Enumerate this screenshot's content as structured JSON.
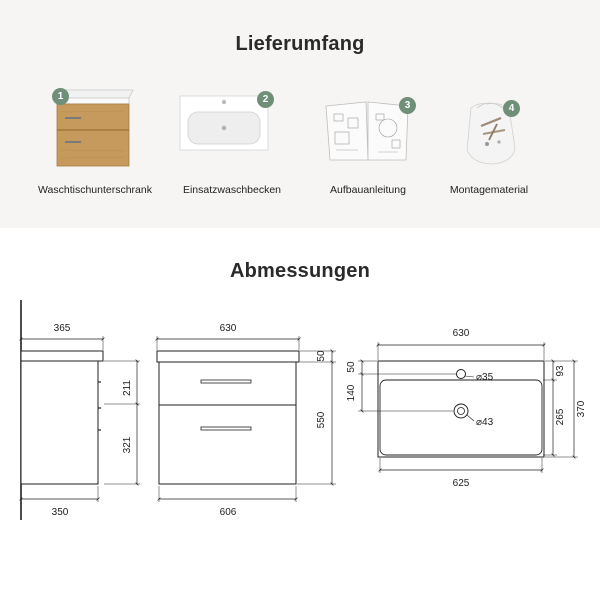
{
  "sections": {
    "contents_title": "Lieferumfang",
    "dimensions_title": "Abmessungen"
  },
  "items": [
    {
      "number": "1",
      "label": "Waschtischunterschrank",
      "icon": "vanity-cabinet-icon"
    },
    {
      "number": "2",
      "label": "Einsatzwaschbecken",
      "icon": "washbasin-icon"
    },
    {
      "number": "3",
      "label": "Aufbauanleitung",
      "icon": "instruction-manual-icon"
    },
    {
      "number": "4",
      "label": "Montagematerial",
      "icon": "hardware-bag-icon"
    }
  ],
  "colors": {
    "badge": "#6f8f78",
    "band": "#f6f5f3",
    "oak": "#c69a5c"
  },
  "dimensions": {
    "side_view": {
      "top_width": "365",
      "bottom_width": "350",
      "upper_drawer": "211",
      "lower_drawer": "321"
    },
    "front_view": {
      "top_width": "630",
      "bottom_width": "606",
      "basin_height": "50",
      "total_height": "550"
    },
    "basin_top_view": {
      "top_width": "630",
      "bottom_width": "625",
      "tap_hole_offset": "50",
      "drain_offset": "140",
      "tap_hole_diameter": "⌀35",
      "drain_diameter": "⌀43",
      "rim_depth": "93",
      "bowl_depth": "265",
      "total_depth": "370"
    }
  }
}
